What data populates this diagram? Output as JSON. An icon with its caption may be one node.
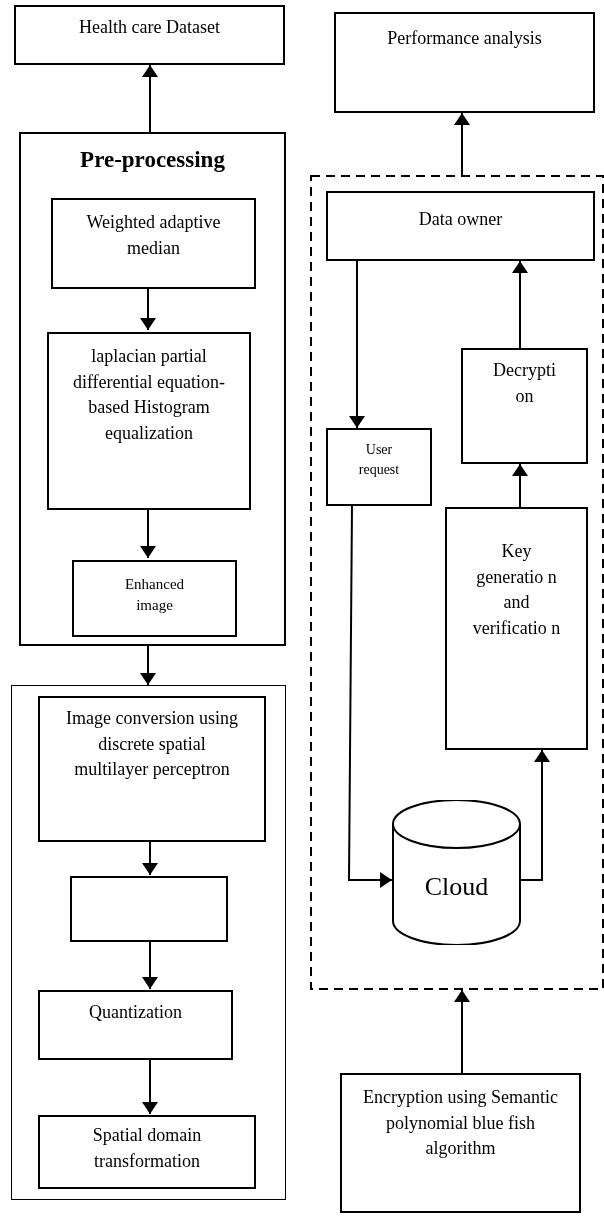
{
  "diagram": {
    "nodes": [
      {
        "text": [
          "Health care Dataset"
        ]
      },
      {
        "text": [
          "Pre-processing"
        ]
      },
      {
        "text": [
          "Weighted adaptive median"
        ],
        "in": 1
      },
      {
        "text": [
          "laplacian partial differential equation-based Histogram equalization"
        ],
        "in": 1
      },
      {
        "text": [
          "Enhanced image"
        ],
        "in": 1
      },
      {
        "text": [],
        "shape": "box"
      },
      {
        "text": [
          "Image conversion using discrete spatial multilayer perceptron"
        ],
        "in": 5
      },
      {
        "text": [],
        "shape": "box",
        "in": 5
      },
      {
        "text": [
          "Quantization"
        ],
        "in": 5
      },
      {
        "text": [
          "Spatial domain transformation"
        ],
        "in": 5
      },
      {
        "text": [
          "Performance analysis"
        ]
      },
      {
        "text": [],
        "shape": "box"
      },
      {
        "text": [
          "Data owner"
        ],
        "in": 11
      },
      {
        "text": [
          "User request"
        ],
        "in": 11
      },
      {
        "text": [
          "Decrypti on"
        ],
        "in": 11
      },
      {
        "text": [
          "Key generatio n and verificatio n"
        ],
        "in": 11
      },
      {
        "text": [
          "Cloud"
        ],
        "in": 11
      },
      {
        "text": [
          "Encryption using Semantic polynomial blue fish algorithm"
        ]
      }
    ],
    "edges": [
      {
        "from": 1,
        "to": 0,
        "arrow": "to"
      },
      {
        "from": 2,
        "to": 3,
        "arrow": "to"
      },
      {
        "from": 3,
        "to": 4,
        "arrow": "to"
      },
      {
        "from": 1,
        "to": 5,
        "arrow": "to"
      },
      {
        "from": 6,
        "to": 7,
        "arrow": "to"
      },
      {
        "from": 7,
        "to": 8,
        "arrow": "to"
      },
      {
        "from": 8,
        "to": 9,
        "arrow": "to"
      },
      {
        "from": 11,
        "to": 10,
        "arrow": "to"
      },
      {
        "from": 12,
        "to": 13,
        "arrow": "to"
      },
      {
        "from": 13,
        "to": 16,
        "arrow": "to"
      },
      {
        "from": 16,
        "to": 15,
        "arrow": "to"
      },
      {
        "from": 15,
        "to": 14,
        "arrow": "to"
      },
      {
        "from": 14,
        "to": 12,
        "arrow": "to"
      },
      {
        "from": 17,
        "to": 11,
        "arrow": "to"
      }
    ]
  }
}
